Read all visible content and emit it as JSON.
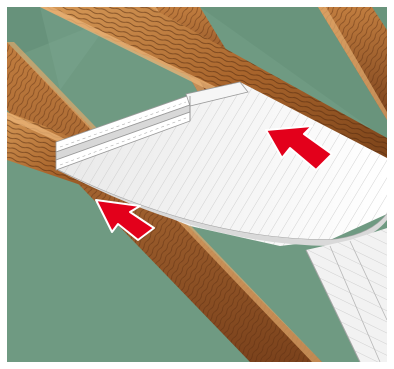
{
  "illustration": {
    "colors": {
      "background_green": "#6f9a82",
      "background_green_dark": "#5f8a73",
      "wood_light": "#c98a4a",
      "wood_mid": "#a9652c",
      "wood_dark": "#6e3a17",
      "insulation_white": "#f4f4f4",
      "insulation_line": "#bdbdbd",
      "arrow_red": "#e3001b",
      "frame_white": "#ffffff"
    },
    "arrows": [
      {
        "name": "arrow-upper",
        "direction": "up"
      },
      {
        "name": "arrow-lower",
        "direction": "up"
      }
    ]
  }
}
